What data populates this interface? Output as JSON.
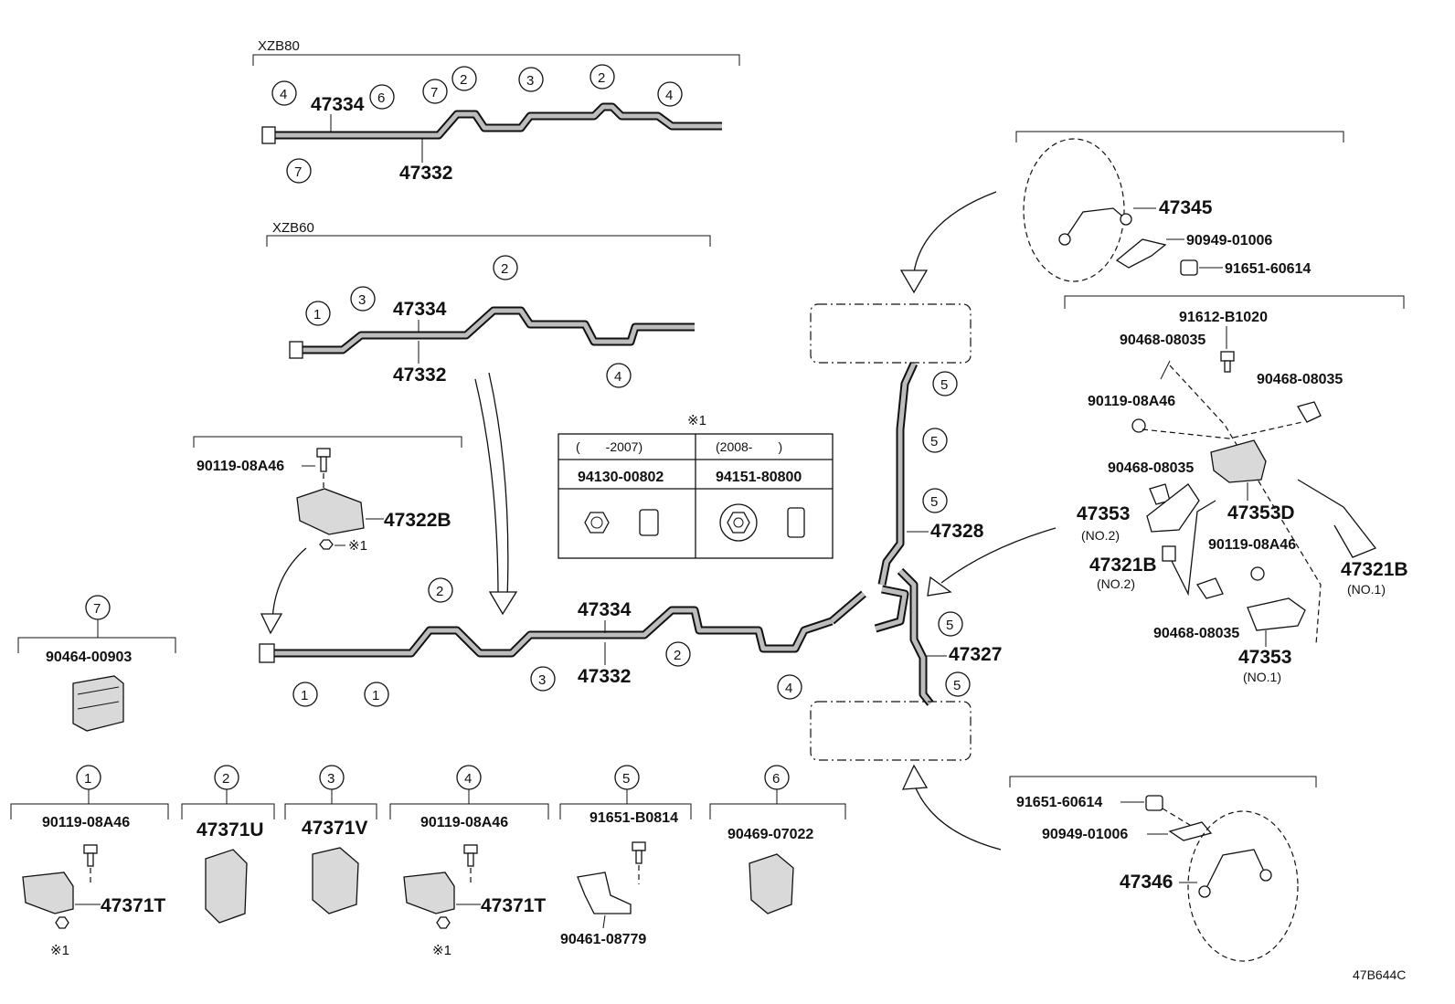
{
  "variants": {
    "xzb80": "XZB80",
    "xzb60": "XZB60"
  },
  "pipes": {
    "p47334": "47334",
    "p47332": "47332",
    "p47328": "47328",
    "p47327": "47327"
  },
  "callouts": [
    "1",
    "2",
    "3",
    "4",
    "5",
    "6",
    "7"
  ],
  "note_mark": "※1",
  "nut_table": {
    "title": "※1",
    "col1_range": "(　　-2007)",
    "col2_range": "(2008-　　)",
    "col1_part": "94130-00802",
    "col2_part": "94151-80800"
  },
  "clamp_group": {
    "bolt": "90119-08A46",
    "clamp": "47322B",
    "nut": "※1"
  },
  "group7": {
    "part": "90464-00903"
  },
  "group1": {
    "bolt": "90119-08A46",
    "clamp": "47371T",
    "nut": "※1"
  },
  "group2": {
    "clamp": "47371U"
  },
  "group3": {
    "clamp": "47371V"
  },
  "group4": {
    "bolt": "90119-08A46",
    "clamp": "47371T",
    "nut": "※1"
  },
  "group5": {
    "bolt": "91651-B0814",
    "bracket": "90461-08779"
  },
  "group6": {
    "clamp": "90469-07022"
  },
  "front_hose": {
    "hose": "47345",
    "clip": "90949-01006",
    "bolt": "91651-60614"
  },
  "rear_hose": {
    "hose": "47346",
    "clip": "90949-01006",
    "bolt": "91651-60614"
  },
  "rear_assembly": {
    "bolt_top": "91612-B1020",
    "clip_a": "90468-08035",
    "clip_b": "90468-08035",
    "bolt_a": "90119-08A46",
    "clip_c": "90468-08035",
    "bracket_d": "47353D",
    "bracket_no2": "47353",
    "no2": "(NO.2)",
    "hose_no2": "47321B",
    "hose_no2_sub": "(NO.2)",
    "bolt_b": "90119-08A46",
    "hose_no1": "47321B",
    "hose_no1_sub": "(NO.1)",
    "clip_d": "90468-08035",
    "bracket_no1": "47353",
    "no1": "(NO.1)"
  },
  "figure_code": "47B644C"
}
